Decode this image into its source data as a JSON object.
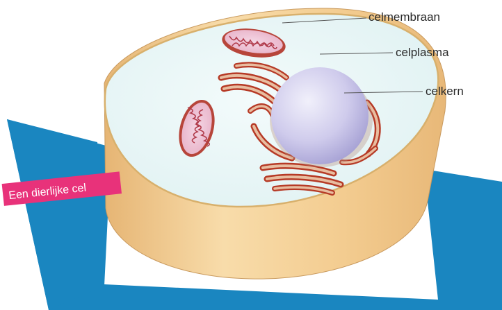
{
  "diagram": {
    "tag": "Een dierlijke cel",
    "labels": {
      "membrane": "celmembraan",
      "cytoplasm": "celplasma",
      "nucleus": "celkern"
    },
    "colors": {
      "background_shape": "#1a86c0",
      "tag": "#e8327a",
      "cytoplasm": "#e9f6f6",
      "membrane_side": "#f3cf97",
      "nucleus": "#c9c6ea",
      "organelle": "#c2442c"
    }
  }
}
